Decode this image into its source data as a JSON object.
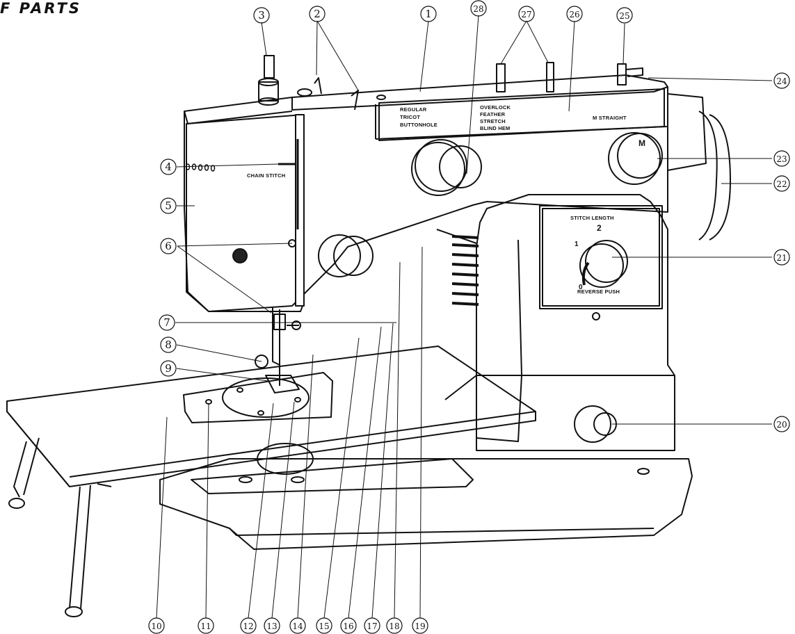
{
  "heading": "F PARTS",
  "labels": {
    "regular": "REGULAR",
    "tricot": "TRICOT",
    "buttonhole": "BUTTONHOLE",
    "overlock": "OVERLOCK",
    "feather": "FEATHER",
    "stretch": "STRETCH",
    "blind_hem": "BLIND HEM",
    "m_straight": "M STRAIGHT",
    "chain_stitch": "CHAIN STITCH",
    "stitch_length": "STITCH LENGTH",
    "reverse_push": "REVERSE PUSH",
    "sl_2": "2",
    "sl_1": "1",
    "sl_0": "0",
    "pattern_m": "M"
  },
  "callouts": [
    "1",
    "2",
    "3",
    "4",
    "5",
    "6",
    "7",
    "8",
    "9",
    "10",
    "11",
    "12",
    "13",
    "14",
    "15",
    "16",
    "17",
    "18",
    "19",
    "20",
    "21",
    "22",
    "23",
    "24",
    "25",
    "26",
    "27",
    "28"
  ]
}
